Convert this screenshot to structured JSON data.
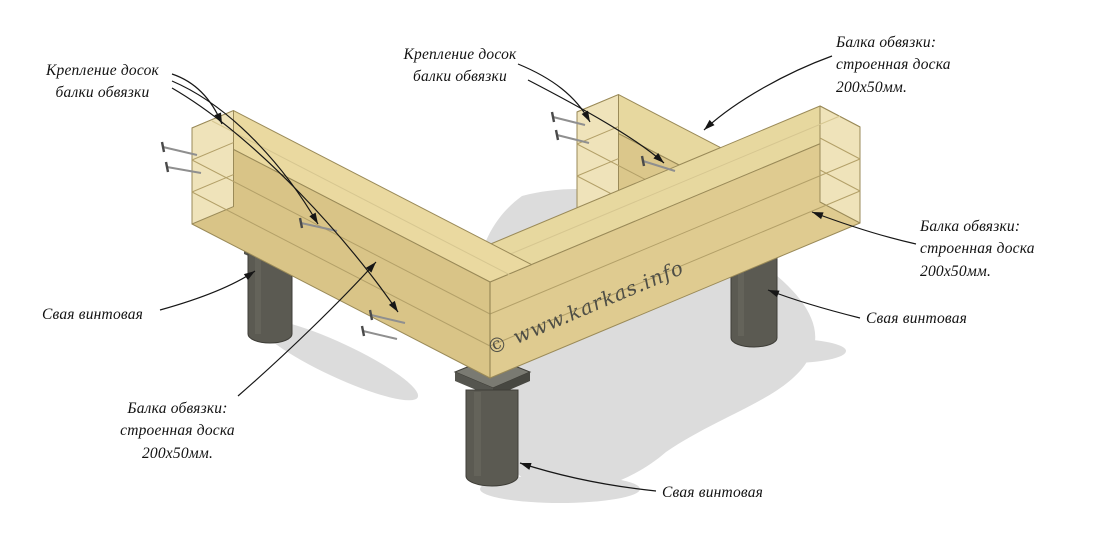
{
  "diagram": {
    "watermark": "© www.karkas.info",
    "labels": {
      "fastening_left": [
        "Крепление досок",
        "балки обвязки"
      ],
      "fastening_top": [
        "Крепление досок",
        "балки обвязки"
      ],
      "beam_top_right": [
        "Балка обвязки:",
        "строенная доска",
        "200х50мм."
      ],
      "beam_right": [
        "Балка обвязки:",
        "строенная доска",
        "200х50мм."
      ],
      "beam_bottom_left": [
        "Балка обвязки:",
        "строенная доска",
        "200х50мм."
      ],
      "pile_left": "Свая винтовая",
      "pile_right": "Свая винтовая",
      "pile_front": "Свая винтовая"
    },
    "colors": {
      "wood_top": "#e8d9a0",
      "wood_face": "#dbc78b",
      "wood_end": "#efe3ba",
      "wood_edge": "#9a8a58",
      "pile": "#5b5a52",
      "pile_cap": "#75756d",
      "shadow": "#dcdcdc",
      "leader": "#161616"
    }
  }
}
